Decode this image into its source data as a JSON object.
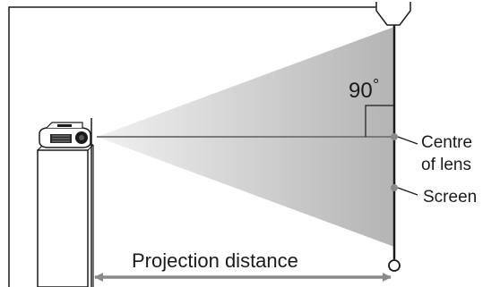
{
  "labels": {
    "angle": "90",
    "degree_symbol": "°",
    "centre_of_lens_line1": "Centre",
    "centre_of_lens_line2": "of lens",
    "screen": "Screen",
    "projection_distance": "Projection distance"
  },
  "colors": {
    "line": "#1a1a1a",
    "beam_light": "#f1f1f1",
    "beam_dark": "#b4b4b4",
    "screen_dot": "#8a8a8a",
    "axis_line": "#7a7a7a",
    "dimension_line": "#8a8a8a"
  }
}
